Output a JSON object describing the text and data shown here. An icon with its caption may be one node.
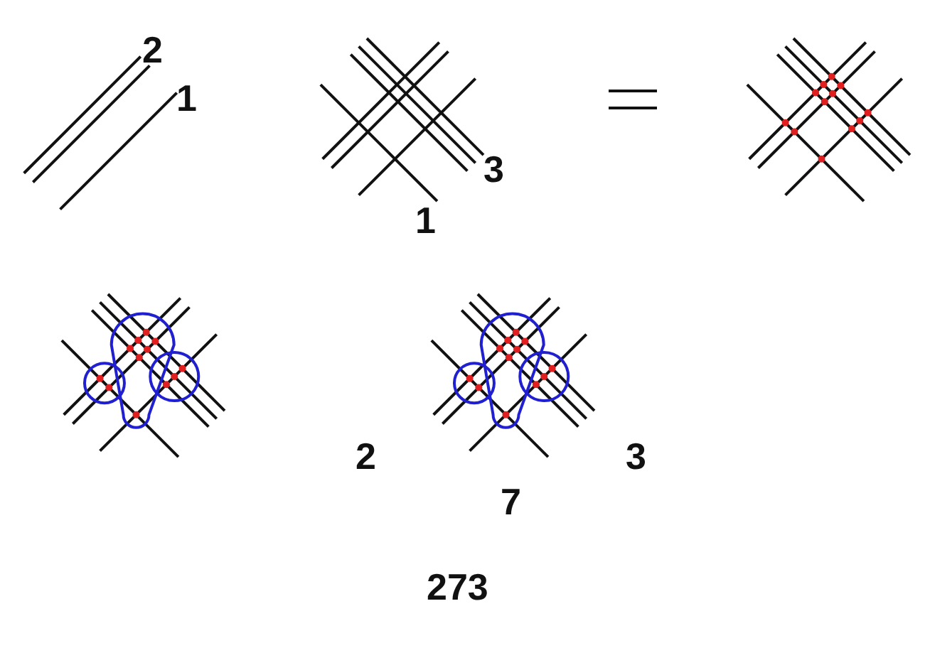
{
  "diagram": {
    "labels": [
      "2",
      "1",
      "3",
      "1",
      "2",
      "3",
      "7",
      "273"
    ]
  }
}
